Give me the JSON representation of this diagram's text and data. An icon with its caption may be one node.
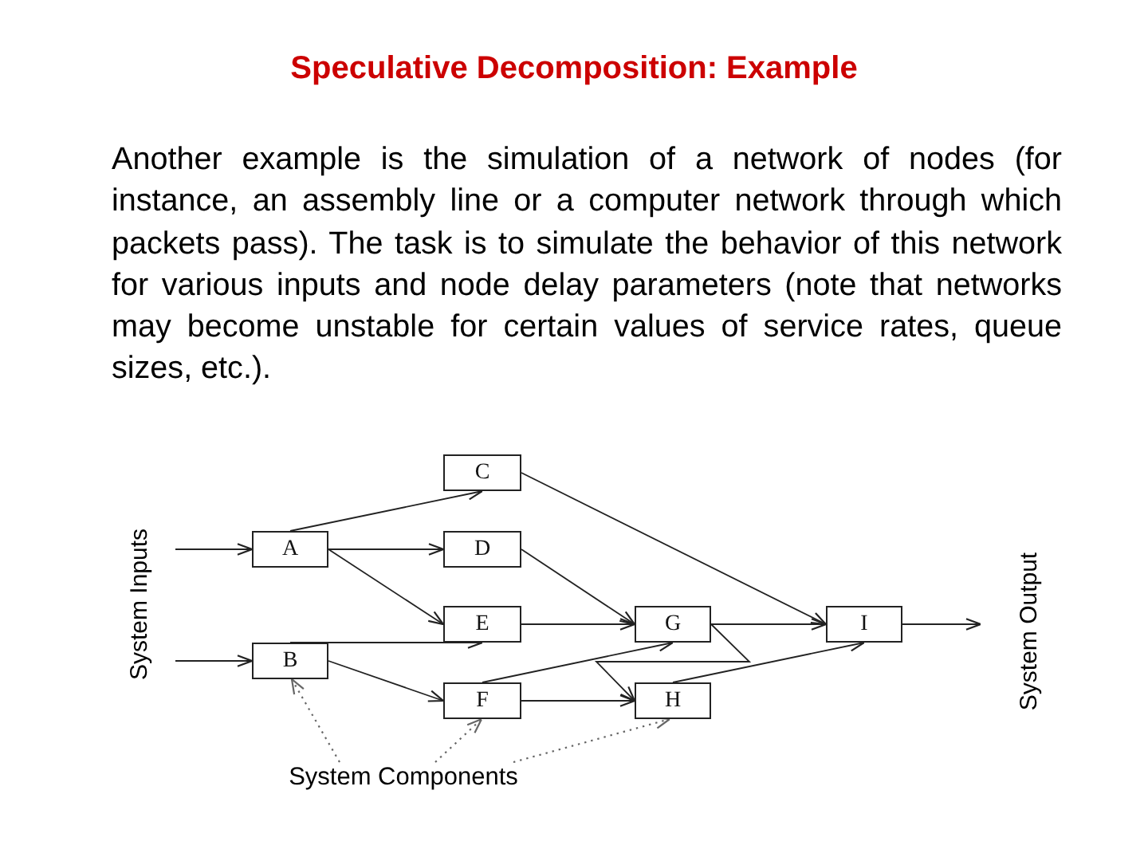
{
  "diagram": {
    "title": "Speculative Decomposition: Example",
    "nodes": [
      {
        "text": [
          "A"
        ]
      },
      {
        "text": [
          "B"
        ]
      },
      {
        "text": [
          "C"
        ]
      },
      {
        "text": [
          "D"
        ]
      },
      {
        "text": [
          "E"
        ]
      },
      {
        "text": [
          "F"
        ]
      },
      {
        "text": [
          "G"
        ]
      },
      {
        "text": [
          "H"
        ]
      },
      {
        "text": [
          "I"
        ]
      },
      {
        "text": [
          "System Components"
        ]
      }
    ],
    "edges": [
      {
        "from": null,
        "to": 0,
        "arrow": "to"
      },
      {
        "from": null,
        "to": 1,
        "arrow": "to"
      },
      {
        "from": 0,
        "to": 2,
        "arrow": "to"
      },
      {
        "from": 0,
        "to": 3,
        "arrow": "to"
      },
      {
        "from": 0,
        "to": 4,
        "arrow": "to"
      },
      {
        "from": 1,
        "to": 4,
        "arrow": "to"
      },
      {
        "from": 1,
        "to": 5,
        "arrow": "to"
      },
      {
        "from": 2,
        "to": 8,
        "arrow": "to"
      },
      {
        "from": 3,
        "to": 6,
        "arrow": "to"
      },
      {
        "from": 4,
        "to": 6,
        "arrow": "to"
      },
      {
        "from": 5,
        "to": 6,
        "arrow": "to"
      },
      {
        "from": 5,
        "to": 7,
        "arrow": "to"
      },
      {
        "from": 6,
        "to": 7,
        "arrow": "to"
      },
      {
        "from": 6,
        "to": 8,
        "arrow": "to"
      },
      {
        "from": 7,
        "to": 8,
        "arrow": "to"
      },
      {
        "from": 8,
        "to": null,
        "arrow": "to"
      },
      {
        "from": 9,
        "to": 1,
        "arrow": "to",
        "style": "dashed"
      },
      {
        "from": 9,
        "to": 5,
        "arrow": "to",
        "style": "dashed"
      },
      {
        "from": 9,
        "to": 7,
        "arrow": "to",
        "style": "dashed"
      }
    ],
    "labels": [
      "Another example is the simulation of a network of nodes (for instance, an assembly line or a computer network through which packets pass). The task is to simulate the behavior of this network for various inputs and node delay parameters (note that networks may become unstable for certain values of service rates, queue sizes, etc.).",
      "System Inputs",
      "System Output"
    ]
  }
}
